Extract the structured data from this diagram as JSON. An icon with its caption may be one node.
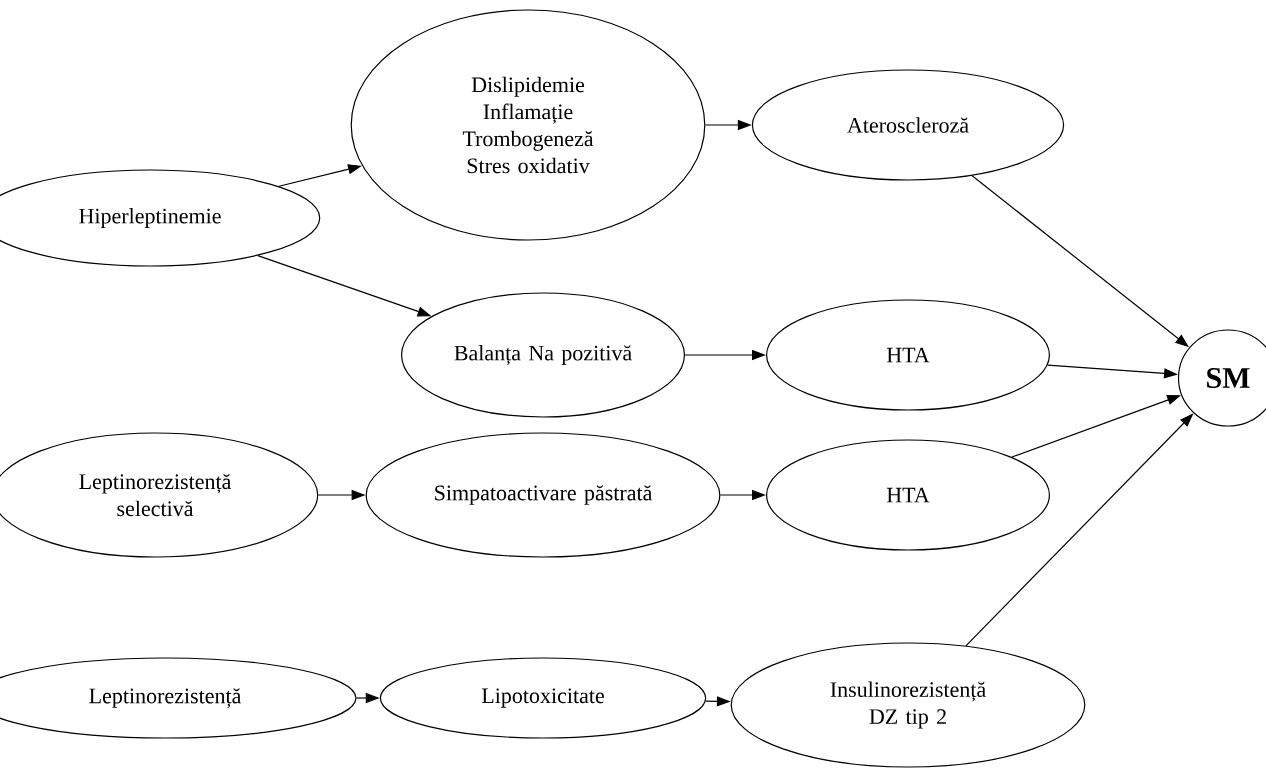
{
  "diagram": {
    "nodes": [
      {
        "text": [
          "Hiperleptinemie"
        ]
      },
      {
        "text": [
          "Dislipidemie",
          "Inflamație",
          "Trombogeneză",
          "Stres oxidativ"
        ]
      },
      {
        "text": [
          "Ateroscleroză"
        ]
      },
      {
        "text": [
          "Balanța Na pozitivă"
        ]
      },
      {
        "text": [
          "HTA"
        ]
      },
      {
        "text": [
          "SM"
        ]
      },
      {
        "text": [
          "Leptinorezistență selectivă"
        ]
      },
      {
        "text": [
          "Simpatoactivare păstrată"
        ]
      },
      {
        "text": [
          "HTA"
        ]
      },
      {
        "text": [
          "Leptinorezistență"
        ]
      },
      {
        "text": [
          "Lipotoxicitate"
        ]
      },
      {
        "text": [
          "Insulinorezistență",
          "DZ tip 2"
        ]
      }
    ],
    "edges": [
      {
        "from": 0,
        "to": 1,
        "arrow": "to"
      },
      {
        "from": 0,
        "to": 3,
        "arrow": "to"
      },
      {
        "from": 1,
        "to": 2,
        "arrow": "to"
      },
      {
        "from": 3,
        "to": 4,
        "arrow": "to"
      },
      {
        "from": 6,
        "to": 7,
        "arrow": "to"
      },
      {
        "from": 7,
        "to": 8,
        "arrow": "to"
      },
      {
        "from": 9,
        "to": 10,
        "arrow": "to"
      },
      {
        "from": 10,
        "to": 11,
        "arrow": "to"
      },
      {
        "from": 2,
        "to": 5,
        "arrow": "to"
      },
      {
        "from": 4,
        "to": 5,
        "arrow": "to"
      },
      {
        "from": 8,
        "to": 5,
        "arrow": "to"
      },
      {
        "from": 11,
        "to": 5,
        "arrow": "to"
      }
    ]
  }
}
